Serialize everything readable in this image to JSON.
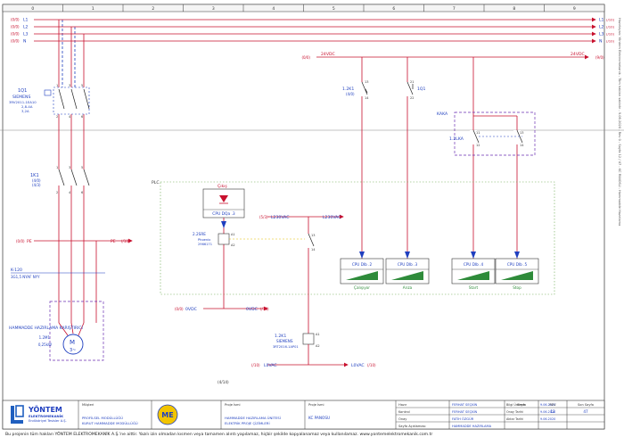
{
  "grid": {
    "columns": [
      "0",
      "1",
      "2",
      "3",
      "4",
      "5",
      "6",
      "7",
      "8",
      "9"
    ]
  },
  "busbars": {
    "l1": {
      "ref_left": "(0/0)",
      "label_left": "L1",
      "label_right": "L1",
      "ref_right": "(/10)"
    },
    "l2": {
      "ref_left": "(0/0)",
      "label_left": "L2",
      "label_right": "L2",
      "ref_right": "(/10)"
    },
    "l3": {
      "ref_left": "(0/0)",
      "label_left": "L3",
      "label_right": "L3",
      "ref_right": "(/10)"
    },
    "n": {
      "ref_left": "(0/0)",
      "label_left": "N",
      "label_right": "N",
      "ref_right": "(/10)"
    },
    "dc24": {
      "ref_left": "(0/0)",
      "label_left": "24VDC",
      "label_right": "24VDC",
      "ref_right": "(9/0)"
    },
    "ac230": {
      "ref_left": "(5/3)",
      "label_left": "L230VAC",
      "label_right": "L230VAC",
      "ref_right": "(/9)"
    },
    "pe": {
      "ref_left": "(0/0)",
      "label_left": "PE",
      "label_right": "PE",
      "ref_right": "(/10)"
    },
    "dc0": {
      "ref_left": "(0/0)",
      "label_left": "0VDC",
      "label_right": "0VDC",
      "ref_right": "(/10)"
    },
    "ac_lo": {
      "ref_left": "(/10)",
      "label_left": "L0VAC",
      "label_right": "L0VAC",
      "ref_right": "(/10)"
    }
  },
  "components": {
    "breaker": {
      "tag": "1Q1",
      "maker": "SIEMENS",
      "part": "3RV2011-1EA10",
      "range": "2,8-4A",
      "setting": "3,2A"
    },
    "contactor_main": {
      "tag": "1K1",
      "ref": "(4/0)",
      "ref2": "(4/3)"
    },
    "contact_1k1_dc": {
      "tag": "1.2K1",
      "ref": "(4/0)"
    },
    "contact_1q1_dc": {
      "tag": "1Q1"
    },
    "kaka_box": {
      "label": "KAKA",
      "tag": "1.2LKA"
    },
    "plc_label": "PLC",
    "plc_out": {
      "title": "Çıkış",
      "label": "CPU DQa .3"
    },
    "relay": {
      "tag": "2.2SRE",
      "maker": "Phoenix",
      "part": "2966171"
    },
    "coil": {
      "tag": "1.2K1",
      "maker": "SIEMENS",
      "part": "3RT2016-1AP01"
    },
    "plc_inputs": [
      {
        "label": "CPU DIb .2",
        "name": "Çalışıyor"
      },
      {
        "label": "CPU DIb .3",
        "name": "Arıza"
      },
      {
        "label": "CPU DIb .4",
        "name": "Start"
      },
      {
        "label": "CPU DIb .5",
        "name": "Stop"
      }
    ],
    "cable": {
      "tag": "K-120",
      "spec": "3G1,5 NYAF NYY"
    },
    "motor": {
      "name": "HAMMADDE HAZIRLAMA KARIŞTIRICI",
      "tag": "1.2M1",
      "power": "0,25kW",
      "symbol": "M",
      "phase": "3~"
    },
    "note": "(4/14)"
  },
  "terminals": {
    "breaker": [
      "1",
      "3",
      "5",
      "2",
      "4",
      "6"
    ],
    "contactor_top": [
      "1",
      "3",
      "5"
    ],
    "contactor_bottom": [
      "2",
      "4",
      "6"
    ],
    "contact_1k1": [
      "13",
      "14"
    ],
    "contact_1q1": [
      "21",
      "22"
    ],
    "kaka_a": [
      "11",
      "12"
    ],
    "kaka_b": [
      "13",
      "14"
    ],
    "relay": [
      "A1",
      "A2"
    ],
    "relay_contact": [
      "13",
      "14"
    ],
    "coil": [
      "A1",
      "A2"
    ],
    "motor": [
      "U1",
      "V1",
      "W1"
    ]
  },
  "title_block": {
    "company": "YÖNTEM",
    "company_sub1": "ELEKTROMEKANİK",
    "company_sub2": "Endüstriyel Tesisler A.Ş.",
    "project_label": "Müşteri",
    "project_lines": [
      "PROFİLSEL MODÜLLÜĞÜ",
      "KURUT HAMMADDE MODÜLLÜĞÜ"
    ],
    "logo2_text": "ME",
    "drawing_label": "Proje İsmi",
    "drawing_lines": [
      "HAMMADDE HAZIRLAMA ÜNİTESİ",
      "ELEKTRİK PROJE ÇİZİMLERİ"
    ],
    "sheet_label": "Proje İsmi",
    "sheet_name": "KC PANOSU",
    "rows": [
      {
        "k": "Hazır",
        "v": "FERHAT SEÇKİN",
        "d_label": "Bilgi Üretme",
        "d": "9.06.2020"
      },
      {
        "k": "Kontrol",
        "v": "FERHAT SEÇKİN",
        "d_label": "Onay Tarihi",
        "d": "9.06.2020"
      },
      {
        "k": "Onay",
        "v": "FATİH ÖZGÜR",
        "d_label": "Aktar Tarihi",
        "d": "9.06.2020"
      },
      {
        "k": "Sayfa Açıklaması",
        "v": "HAMMADDE HAZIRLAMA",
        "d_label": "",
        "d": ""
      }
    ],
    "rev_label": "REV",
    "page_label": "Sayfa",
    "total_label": "Son Sayfa",
    "page": "12",
    "total": "47"
  },
  "footer": "Bu projenin tüm hakları YÖNTEM ELEKTROMEKANİK A.Ş.'ne aittir. Yazılı izin olmadan kısmen veya tamamen alıntı yapılamaz, hiçbir şekilde kopyalanamaz veya kullanılamaz.   www.yontemelektromekanik.com.tr",
  "side_note": "Hazırlayan: Yöntem Elektromekanik - Tüm hakları saklıdır - 9.06.2020 - Rev 0 - Sayfa 12 / 47 - KC PANOSU - Hammadde Hazırlama"
}
